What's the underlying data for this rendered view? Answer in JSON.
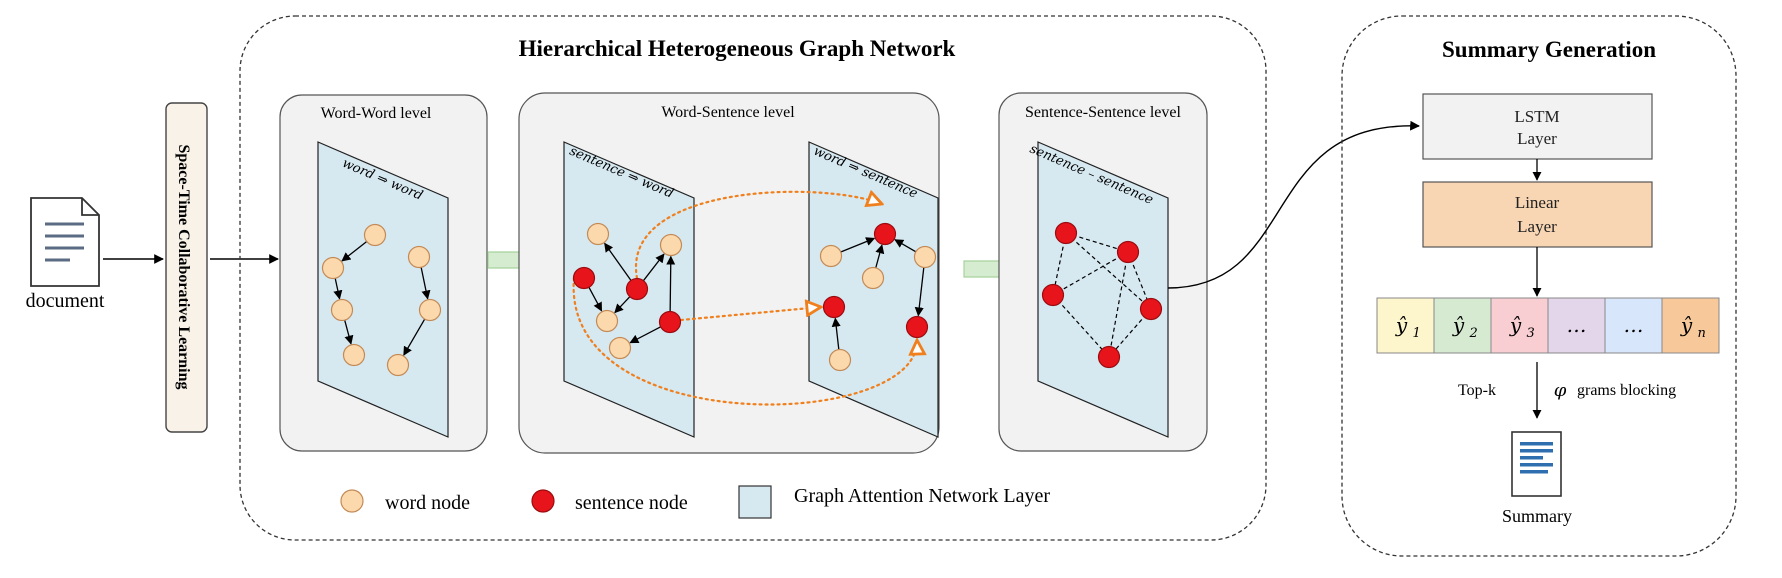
{
  "input": {
    "label": "document",
    "icon": "document-icon"
  },
  "stcl": {
    "label": "Space-Time Collaborative Learning"
  },
  "hhgn": {
    "title": "Hierarchical Heterogeneous Graph Network",
    "word_word": {
      "title": "Word-Word level",
      "plane_label": "word ⇒ word"
    },
    "word_sentence": {
      "title": "Word-Sentence level",
      "plane1_label": "sentence ⇒ word",
      "plane2_label": "word ⇒ sentence"
    },
    "sent_sent": {
      "title": "Sentence-Sentence level",
      "plane_label": "sentence – sentence"
    }
  },
  "legend": {
    "word_node": "word node",
    "sentence_node": "sentence node",
    "gat_layer": "Graph Attention Network Layer"
  },
  "summary": {
    "title": "Summary Generation",
    "lstm": [
      "LSTM",
      "Layer"
    ],
    "linear": [
      "Linear",
      "Layer"
    ],
    "tokens": [
      {
        "base": "ŷ",
        "sub": "1",
        "color": "#fdf5cc"
      },
      {
        "base": "ŷ",
        "sub": "2",
        "color": "#d6ead2"
      },
      {
        "base": "ŷ",
        "sub": "3",
        "color": "#f8ced3"
      },
      {
        "base": "…",
        "sub": "",
        "color": "#e4d6ea"
      },
      {
        "base": "…",
        "sub": "",
        "color": "#d7e6fa"
      },
      {
        "base": "ŷ",
        "sub": "n",
        "color": "#f7c99a"
      }
    ],
    "topk": "Top-k",
    "phi": "φ",
    "grams_blocking": "grams blocking",
    "output_label": "Summary",
    "output_icon": "summary-doc-icon"
  },
  "colors": {
    "word_node": "#fcd9ad",
    "sentence_node": "#e8141b",
    "gat_plane": "#d6e8f0",
    "panel": "#f2f2f2",
    "flow_arrow": "#d5ecd0",
    "dotted_link": "#f07f1d",
    "lstm": "#f2f2f2",
    "linear": "#f8d6b4"
  }
}
